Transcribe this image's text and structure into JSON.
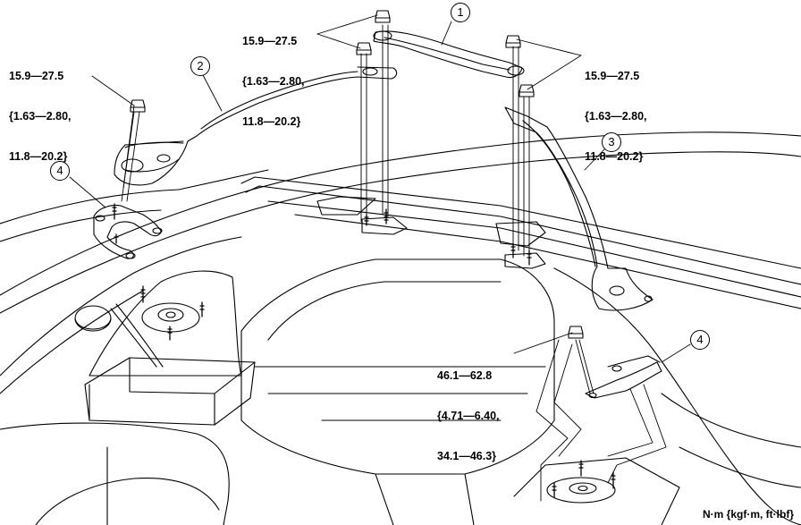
{
  "torque_labels": {
    "top_center": [
      "15.9—27.5",
      "{1.63—2.80,",
      "11.8—20.2}"
    ],
    "top_left": [
      "15.9—27.5",
      "{1.63—2.80,",
      "11.8—20.2}"
    ],
    "top_right": [
      "15.9—27.5",
      "{1.63—2.80,",
      "11.8—20.2}"
    ],
    "lower_right": [
      "46.1—62.8",
      "{4.71—6.40,",
      "34.1—46.3}"
    ]
  },
  "callouts": {
    "c1": "1",
    "c2": "2",
    "c3": "3",
    "c4_left": "4",
    "c4_right": "4"
  },
  "units_note": "N·m {kgf·m,  ft·lbf}"
}
